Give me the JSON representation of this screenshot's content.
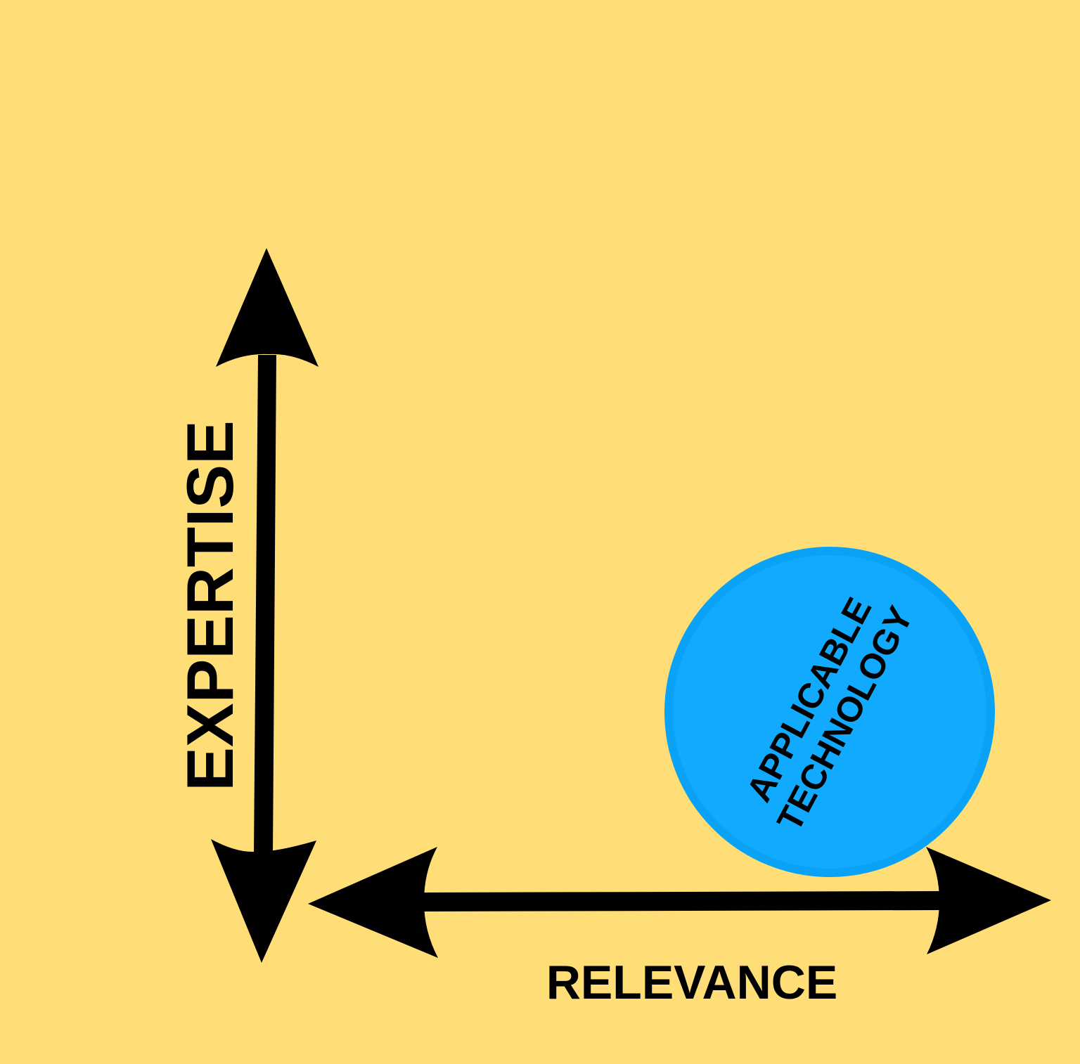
{
  "diagram": {
    "background_color": "#FFDE78",
    "axes": {
      "vertical": {
        "label": "EXPERTISE",
        "direction": "bidirectional",
        "color": "#000000"
      },
      "horizontal": {
        "label": "RELEVANCE",
        "direction": "bidirectional",
        "color": "#000000"
      }
    },
    "bubble": {
      "line1": "APPLICABLE",
      "line2": "TECHNOLOGY",
      "fill_color": "#11AAFF",
      "border_color": "#0AA2F6",
      "position_description": "high relevance, low expertise (bottom-right)"
    }
  }
}
